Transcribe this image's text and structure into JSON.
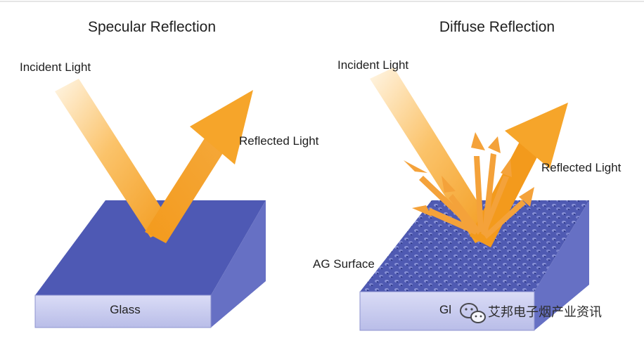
{
  "left_panel": {
    "title": "Specular Reflection",
    "incident_label": "Incident Light",
    "reflected_label": "Reflected Light",
    "block_label": "Glass"
  },
  "right_panel": {
    "title": "Diffuse Reflection",
    "incident_label": "Incident Light",
    "reflected_label": "Reflected Light",
    "surface_label": "AG Surface",
    "block_label": "Gl"
  },
  "watermark": {
    "text": "艾邦电子烟产业资讯",
    "icon": "wechat-icon"
  },
  "colors": {
    "arrow": "#f6a52a",
    "glass_top": "#4e59b4",
    "glass_front": "#c9cdf0",
    "glass_side": "#6670c4"
  }
}
